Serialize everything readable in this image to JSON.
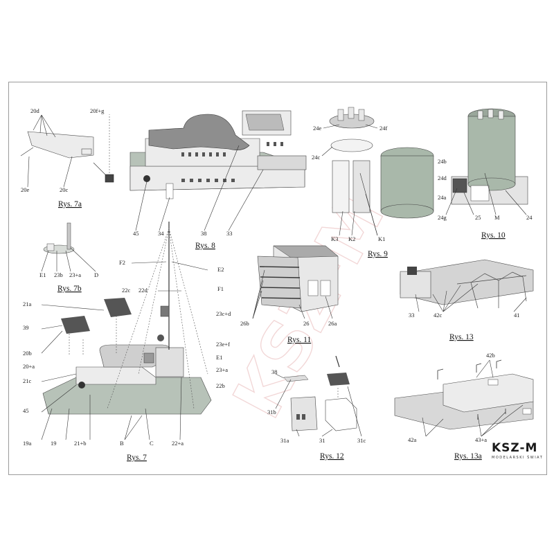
{
  "figures": {
    "rys7a": "Rys. 7a",
    "rys7b": "Rys. 7b",
    "rys7": "Rys. 7",
    "rys8": "Rys. 8",
    "rys9": "Rys. 9",
    "rys10": "Rys. 10",
    "rys11": "Rys. 11",
    "rys12": "Rys. 12",
    "rys13": "Rys. 13",
    "rys13a": "Rys. 13a"
  },
  "labels": {
    "p20d": "20d",
    "p20fg": "20f+g",
    "p20e": "20e",
    "p20c": "20c",
    "p45_8": "45",
    "p34": "34",
    "p38": "38",
    "p33_8": "33",
    "p24e": "24e",
    "p24f": "24f",
    "p24c": "24c",
    "p24b": "24b",
    "p24d": "24d",
    "p24a": "24a",
    "k3": "K3",
    "k2": "K2",
    "k1": "K1",
    "p24g": "24g",
    "p25": "25",
    "m": "M",
    "p24": "24",
    "e1_7b": "E1",
    "p23b": "23b",
    "p23a_7b": "23+a",
    "d": "D",
    "f2": "F2",
    "e2": "E2",
    "f1": "F1",
    "p22c": "22c",
    "p22d": "22d",
    "p23cd": "23c+d",
    "p23ef": "23e+f",
    "e1_7": "E1",
    "p23a_7": "23+a",
    "p22b": "22b",
    "p22a": "22+a",
    "p21a": "21a",
    "p39": "39",
    "p20b": "20b",
    "p20a": "20+a",
    "p21c": "21c",
    "p45_7": "45",
    "p19a": "19a",
    "p19": "19",
    "p21b": "21+b",
    "b": "B",
    "c": "C",
    "p26b": "26b",
    "p26": "26",
    "p26a": "26a",
    "p38_12": "38",
    "p31b": "31b",
    "p31a": "31a",
    "p31": "31",
    "p31c": "31c",
    "p33_13": "33",
    "p42c": "42c",
    "p41": "41",
    "p42b": "42b",
    "p42a": "42a",
    "p43a": "43+a"
  },
  "brand": {
    "logo": "KSZ-M",
    "subtitle": "MODELARSKI ŚWIAT",
    "watermark": "KSZ-M"
  },
  "colors": {
    "hull": "#b7c2b8",
    "roof": "#8e8e8e",
    "wall": "#ececec",
    "watermark": "#e8b8b8"
  }
}
